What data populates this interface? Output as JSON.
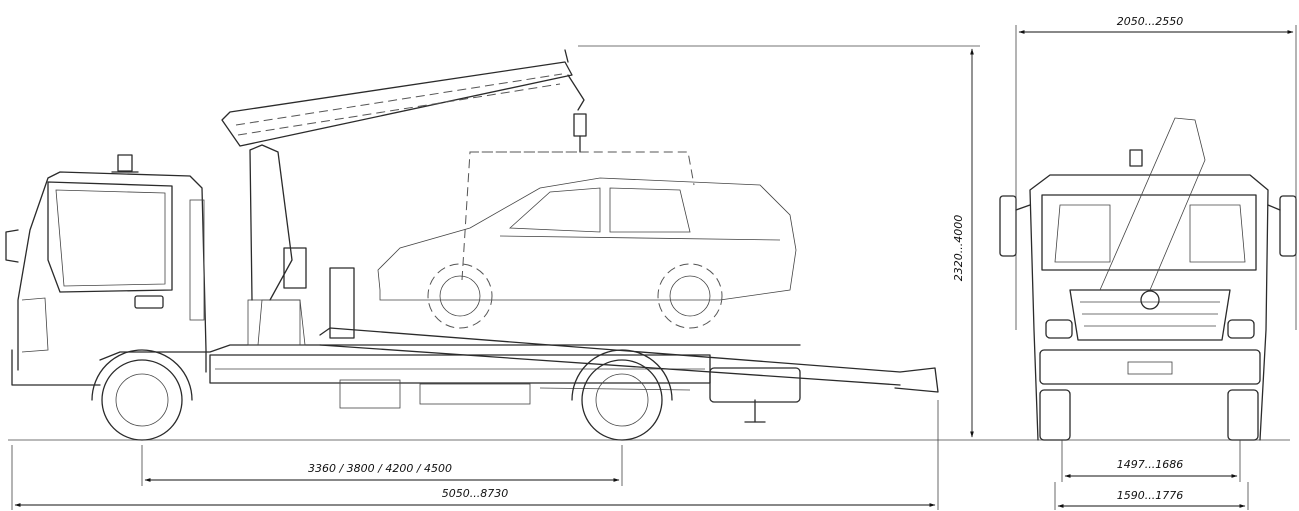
{
  "dimensions": {
    "wheelbase": "3360 / 3800 / 4200 / 4500",
    "overall_length": "5050...8730",
    "overall_height": "2320...4000",
    "overall_width": "2050...2550",
    "track_front": "1497...1686",
    "track_rear": "1590...1776"
  }
}
